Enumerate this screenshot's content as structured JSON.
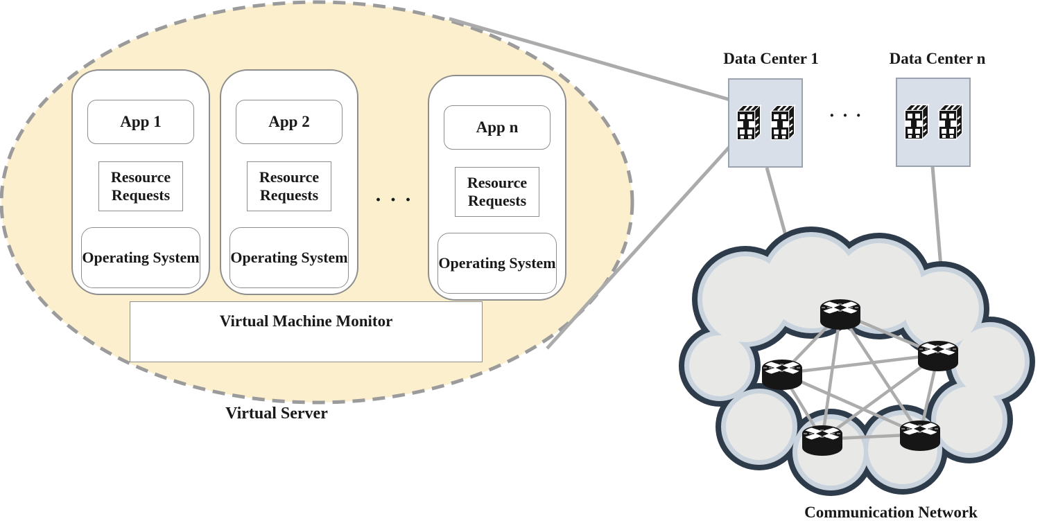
{
  "virtual_server": {
    "label": "Virtual Server",
    "vmm_label": "Virtual Machine Monitor",
    "ellipsis": "· · ·",
    "vms": [
      {
        "app_label": "App 1",
        "resource_label": "Resource Requests",
        "os_label": "Operating System"
      },
      {
        "app_label": "App 2",
        "resource_label": "Resource Requests",
        "os_label": "Operating System"
      },
      {
        "app_label": "App n",
        "resource_label": "Resource Requests",
        "os_label": "Operating System"
      }
    ]
  },
  "data_centers": {
    "ellipsis": "· · ·",
    "items": [
      {
        "label": "Data Center 1",
        "icon": "building-icon",
        "building_count": 2
      },
      {
        "label": "Data Center n",
        "icon": "building-icon",
        "building_count": 2
      }
    ]
  },
  "communication_network": {
    "label": "Communication Network",
    "node_icon": "router-icon",
    "node_count": 5,
    "topology": "full-mesh"
  },
  "colors": {
    "server_ellipse_fill": "#FBEFCE",
    "server_ellipse_border": "#9B9B9B",
    "box_border": "#8D8D8D",
    "box_fill": "#FFFFFF",
    "data_center_fill": "#D8DFE9",
    "data_center_border": "#99A2AE",
    "cloud_fill": "#E8E8E6",
    "cloud_border": "#2E3B4A",
    "cloud_inner_band": "#C9D3DE",
    "connector_line": "#ABABAB",
    "text": "#191919",
    "icon_black": "#161616"
  }
}
